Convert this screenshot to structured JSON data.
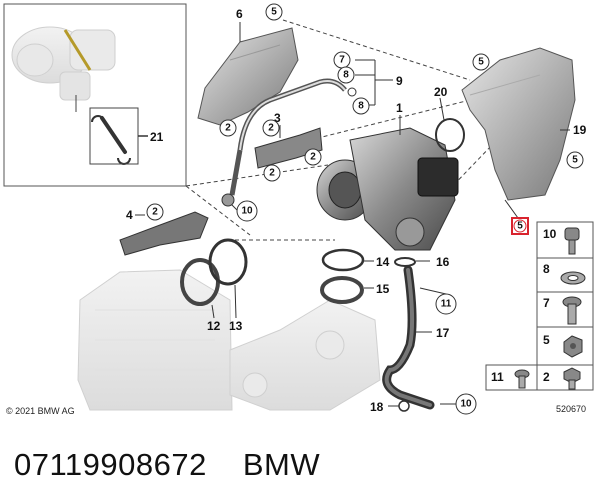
{
  "copyright": "© 2021 BMW AG",
  "diagram_id": "520670",
  "caption": {
    "part_number": "07119908672",
    "brand": "BMW"
  },
  "callouts": {
    "c1": "1",
    "c2a": "2",
    "c2b": "2",
    "c2c": "2",
    "c2d": "2",
    "c2e": "2",
    "c3": "3",
    "c4": "4",
    "c5a": "5",
    "c5b": "5",
    "c5c": "5",
    "c5d": "5",
    "c6": "6",
    "c7": "7",
    "c8a": "8",
    "c8b": "8",
    "c9": "9",
    "c10a": "10",
    "c10b": "10",
    "c11": "11",
    "c12": "12",
    "c13": "13",
    "c14": "14",
    "c15": "15",
    "c16": "16",
    "c17": "17",
    "c18": "18",
    "c19": "19",
    "c20": "20",
    "c21": "21"
  },
  "parts_panel": {
    "p10": "10",
    "p8": "8",
    "p7": "7",
    "p5": "5",
    "p11": "11",
    "p2": "2"
  },
  "highlight_color": "#d9232e"
}
